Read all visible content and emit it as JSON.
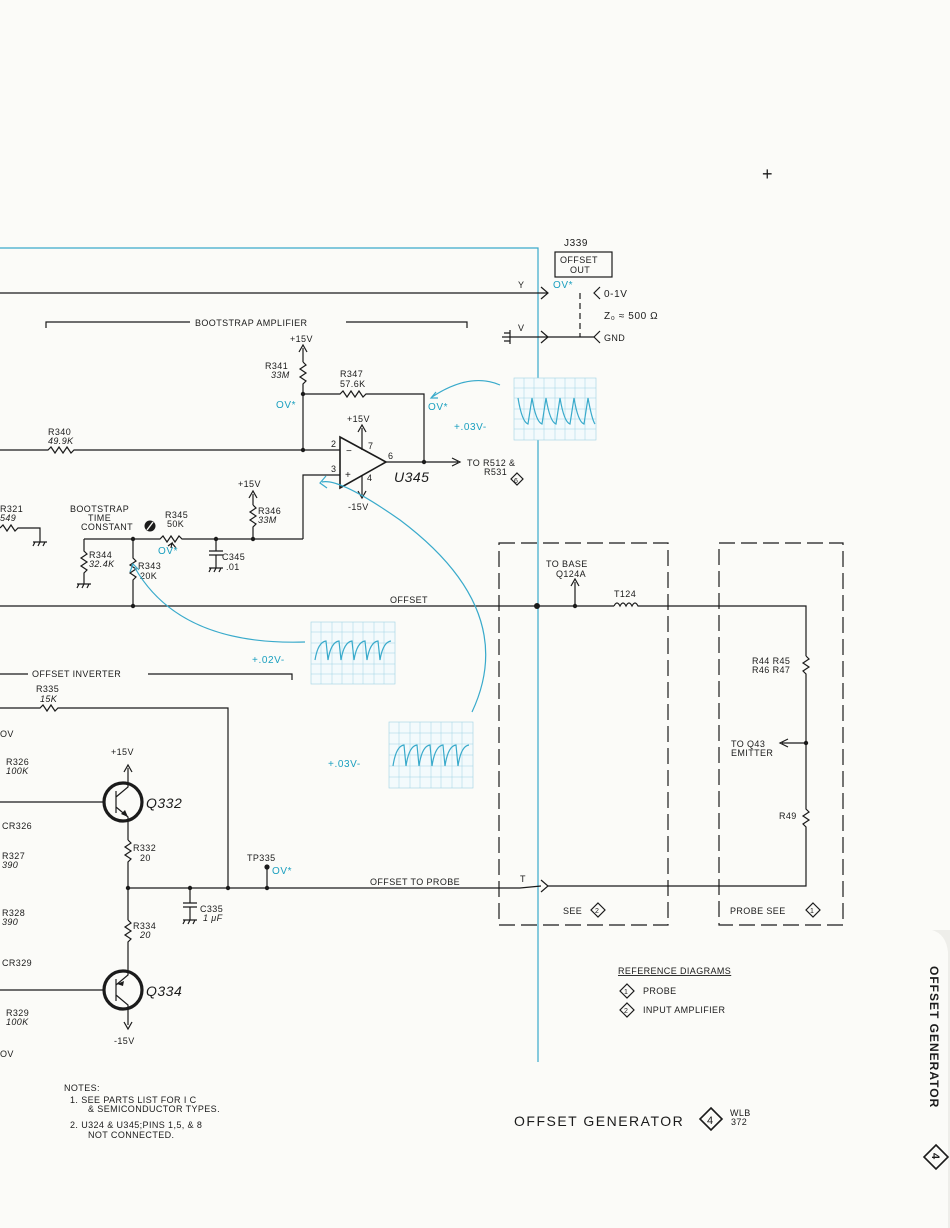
{
  "page": {
    "title": "OFFSET GENERATOR",
    "diagram_number": "4",
    "initials": "WLB",
    "date_code": "372",
    "side_tab_title": "OFFSET GENERATOR",
    "side_tab_number": "4",
    "crosshair": "+"
  },
  "blocks": {
    "bootstrap_amplifier": "BOOTSTRAP AMPLIFIER",
    "offset_inverter": "OFFSET INVERTER",
    "bootstrap_time_constant": [
      "BOOTSTRAP",
      "TIME",
      "CONSTANT"
    ]
  },
  "connector": {
    "name": "J339",
    "box": [
      "OFFSET",
      "OUT"
    ],
    "pin_y": "Y",
    "pin_v": "V",
    "pin_t": "T",
    "out_level": "0-1V",
    "impedance": "Z₀ ≈ 500 Ω",
    "gnd": "GND"
  },
  "components": {
    "r321": [
      "R321",
      "549"
    ],
    "r326": [
      "R326",
      "100K"
    ],
    "r327": [
      "R327",
      "390"
    ],
    "r328": [
      "R328",
      "390"
    ],
    "r329": [
      "R329",
      "100K"
    ],
    "cr326": "CR326",
    "cr329": "CR329",
    "r340": [
      "R340",
      "49.9K"
    ],
    "r341": [
      "R341",
      "33M"
    ],
    "r347": [
      "R347",
      "57.6K"
    ],
    "r345": [
      "R345",
      "50K"
    ],
    "r346": [
      "R346",
      "33M"
    ],
    "r344": [
      "R344",
      "32.4K"
    ],
    "r343": [
      "R343",
      "20K"
    ],
    "c345": [
      "C345",
      ".01"
    ],
    "r335": [
      "R335",
      "15K"
    ],
    "r332": [
      "R332",
      "20"
    ],
    "r334": [
      "R334",
      "20"
    ],
    "c335": [
      "C335",
      "1 μF"
    ],
    "q332": "Q332",
    "q334": "Q334",
    "u345": "U345",
    "tp335": "TP335",
    "t124": "T124",
    "r44_group": [
      "R44 R45",
      "R46 R47"
    ],
    "r49": "R49",
    "to_base": [
      "TO BASE",
      "Q124A"
    ],
    "to_q43": [
      "TO Q43",
      "EMITTER"
    ],
    "to_r512": [
      "TO R512 &",
      "R531"
    ],
    "r512_ref": "6"
  },
  "supplies": {
    "p15": "+15V",
    "m15": "-15V",
    "ov_star": "OV*",
    "ov": "OV"
  },
  "pins": {
    "p2": "2",
    "p3": "3",
    "p4": "4",
    "p6": "6",
    "p7": "7",
    "minus": "−",
    "plus": "+"
  },
  "nets": {
    "offset": "OFFSET",
    "offset_to_probe": "OFFSET TO PROBE",
    "see_2": "SEE",
    "see_2_num": "2",
    "probe_see_1": "PROBE SEE",
    "probe_see_1_num": "1"
  },
  "waveforms": {
    "w1_level": "+.03V-",
    "w2_level": "+.02V-",
    "w3_level": "+.03V-"
  },
  "reference": {
    "heading": "REFERENCE DIAGRAMS",
    "items": [
      {
        "num": "1",
        "label": "PROBE"
      },
      {
        "num": "2",
        "label": "INPUT AMPLIFIER"
      }
    ]
  },
  "notes": {
    "heading": "NOTES:",
    "lines": [
      "1. SEE PARTS LIST FOR I C",
      "& SEMICONDUCTOR TYPES.",
      "2. U324 & U345;PINS 1,5, & 8",
      "NOT CONNECTED."
    ]
  }
}
